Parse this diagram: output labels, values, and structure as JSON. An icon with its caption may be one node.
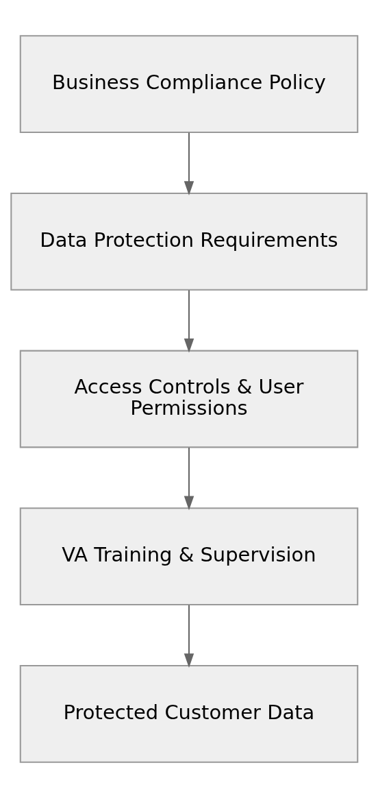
{
  "diagram": {
    "nodes": [
      {
        "text": [
          "Business Compliance Policy"
        ]
      },
      {
        "text": [
          "Data Protection Requirements"
        ]
      },
      {
        "text": [
          "Access Controls & User Permissions"
        ]
      },
      {
        "text": [
          "VA Training & Supervision"
        ]
      },
      {
        "text": [
          "Protected Customer Data"
        ]
      }
    ],
    "edges": [
      {
        "from": 0,
        "to": 1,
        "arrow": "to"
      },
      {
        "from": 1,
        "to": 2,
        "arrow": "to"
      },
      {
        "from": 2,
        "to": 3,
        "arrow": "to"
      },
      {
        "from": 3,
        "to": 4,
        "arrow": "to"
      }
    ]
  }
}
